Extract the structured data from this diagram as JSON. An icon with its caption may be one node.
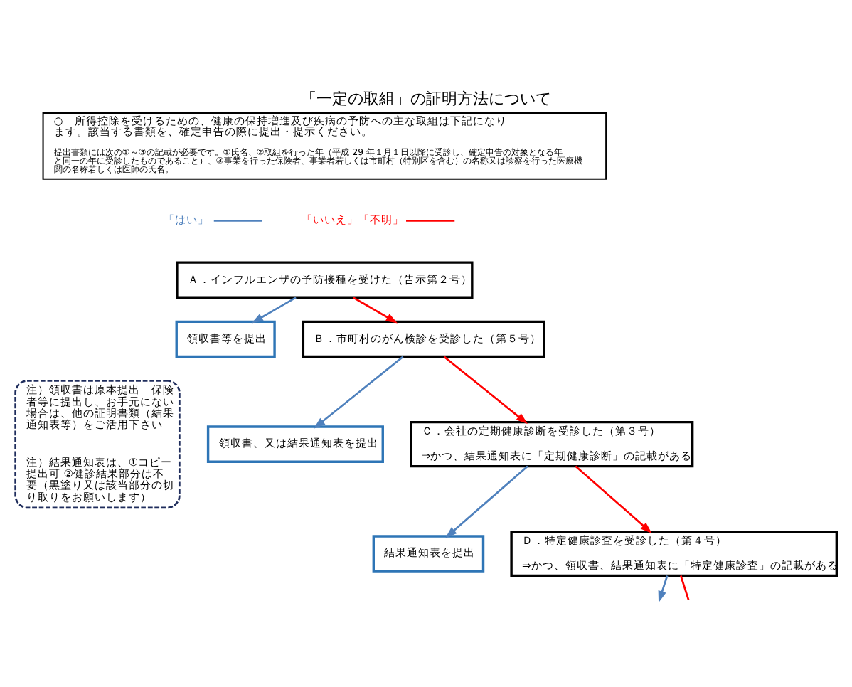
{
  "diagram": {
    "title": "「一定の取組」の証明方法について",
    "nodes": [
      {
        "text": [
          "○　所得控除を受けるための、健康の保持増進及び疾病の予防への主な取組は下記になります。該当する書類を、確定申告の際に提出・提示ください。",
          "提出書類には次の①～③の記載が必要です。①氏名、②取組を行った年（平成 29 年１月１日以降に受診し、確定申告の対象となる年と同一の年に受診したものであること）、③事業を行った保険者、事業者若しくは市町村（特別区を含む）の名称又は診察を行った医療機関の名称若しくは医師の氏名。"
        ]
      },
      {
        "text": [
          "Ａ．インフルエンザの予防接種を受けた（告示第２号）"
        ]
      },
      {
        "text": [
          "領収書等を提出"
        ]
      },
      {
        "text": [
          "Ｂ．市町村のがん検診を受診した（第５号）"
        ]
      },
      {
        "text": [
          "領収書、又は結果通知表を提出"
        ]
      },
      {
        "text": [
          "Ｃ．会社の定期健康診断を受診した（第３号）",
          "⇒かつ、結果通知表に「定期健康診断」の記載がある"
        ]
      },
      {
        "text": [
          "結果通知表を提出"
        ]
      },
      {
        "text": [
          "Ｄ．特定健康診査を受診した（第４号）",
          "⇒かつ、領収書、結果通知表に「特定健康診査」の記載がある"
        ]
      },
      {
        "text": [
          "注）領収書は原本提出　保険者等に提出し、お手元にない場合は、他の証明書類（結果通知表等）をご活用下さい",
          "注）結果通知表は、①コピー提出可 ②健診結果部分は不要（黒塗り又は該当部分の切り取りをお願いします）"
        ]
      }
    ],
    "edges": [
      {
        "from": 1,
        "to": 2,
        "arrow": "to",
        "color": "#4f81bd"
      },
      {
        "from": 1,
        "to": 3,
        "arrow": "to",
        "color": "#ff0000"
      },
      {
        "from": 3,
        "to": 4,
        "arrow": "to",
        "color": "#4f81bd"
      },
      {
        "from": 3,
        "to": 5,
        "arrow": "to",
        "color": "#ff0000"
      },
      {
        "from": 5,
        "to": 6,
        "arrow": "to",
        "color": "#4f81bd"
      },
      {
        "from": 5,
        "to": 7,
        "arrow": "to",
        "color": "#ff0000"
      },
      {
        "from": 7,
        "to": null,
        "arrow": "none",
        "color": "#ff0000"
      },
      {
        "from": 7,
        "to": null,
        "arrow": "to",
        "color": "#4f81bd"
      }
    ],
    "legend": [
      {
        "text": "「はい」"
      },
      {
        "text": "「いいえ」「不明」"
      }
    ]
  }
}
